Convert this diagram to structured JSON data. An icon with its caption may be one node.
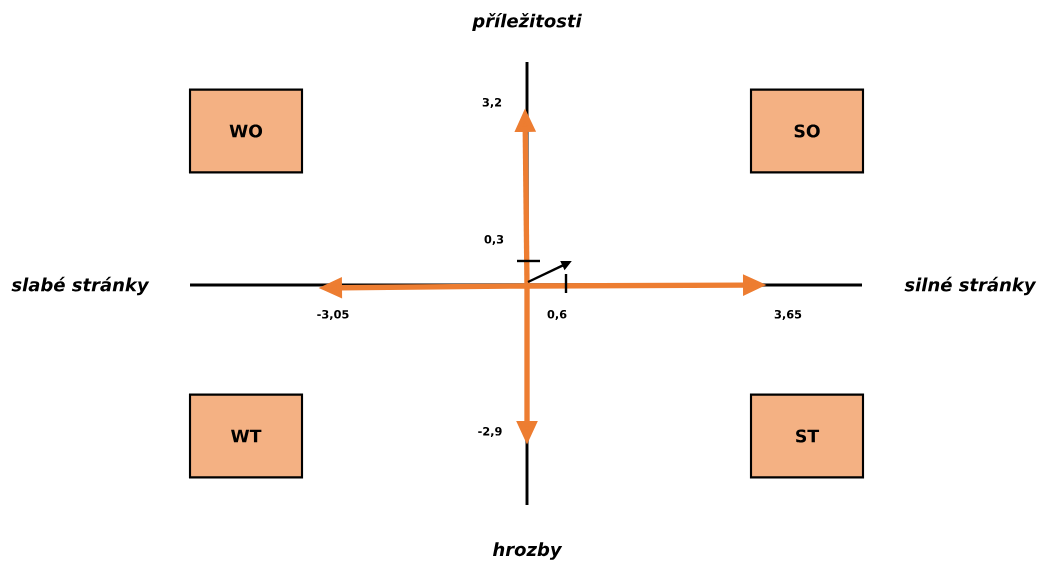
{
  "diagram": {
    "nodes": [
      {
        "text": [
          "WO"
        ]
      },
      {
        "text": [
          "SO"
        ]
      },
      {
        "text": [
          "WT"
        ]
      },
      {
        "text": [
          "ST"
        ]
      }
    ],
    "labels": [
      "příležitosti",
      "3,2",
      "0,3",
      "slabé stránky",
      "silné stránky",
      "-3,05",
      "0,6",
      "3,65",
      "-2,9",
      "hrozby"
    ]
  }
}
